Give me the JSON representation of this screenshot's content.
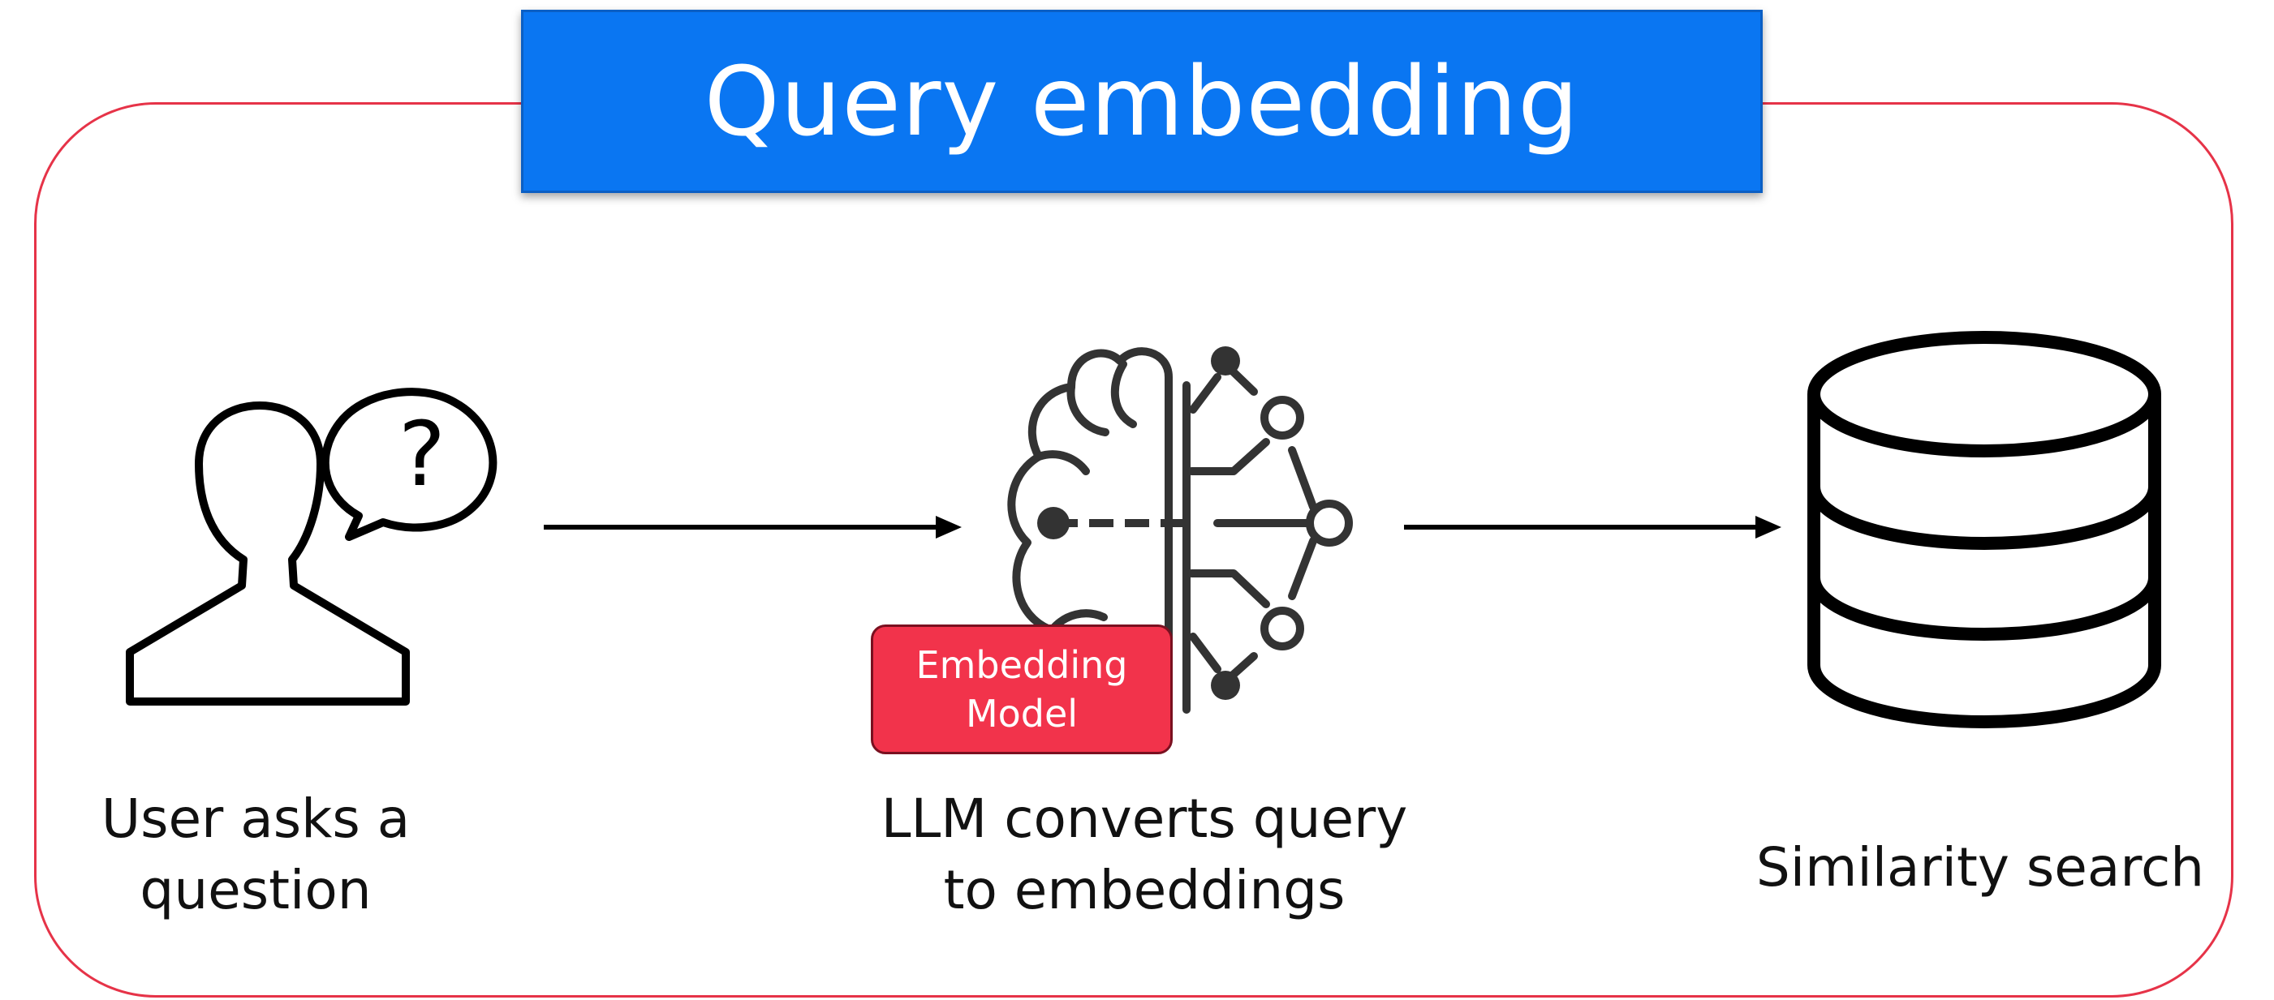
{
  "title": "Query embedding",
  "steps": {
    "user": {
      "caption": "User asks a\nquestion"
    },
    "llm": {
      "caption": "LLM converts query\nto embeddings",
      "badge": "Embedding\nModel"
    },
    "search": {
      "caption": "Similarity search"
    }
  },
  "icons": {
    "user": "user-question-icon",
    "llm": "brain-circuit-icon",
    "search": "database-icon"
  },
  "colors": {
    "title_bg": "#0a76f2",
    "frame_border": "#e63348",
    "badge_bg": "#f2334b",
    "ink": "#111111"
  }
}
